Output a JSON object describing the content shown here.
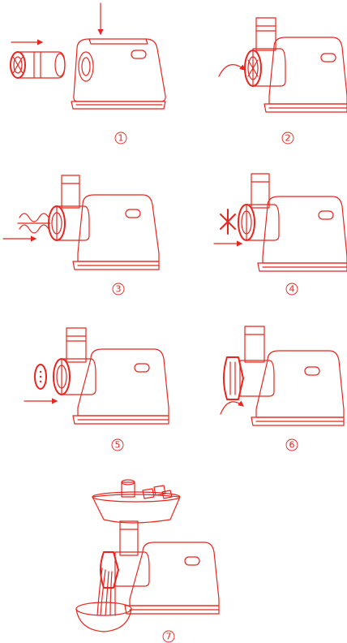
{
  "steps": [
    {
      "label": "1",
      "marker": "①"
    },
    {
      "label": "2",
      "marker": "②"
    },
    {
      "label": "3",
      "marker": "③"
    },
    {
      "label": "4",
      "marker": "④"
    },
    {
      "label": "5",
      "marker": "⑤"
    },
    {
      "label": "6",
      "marker": "⑥"
    },
    {
      "label": "7",
      "marker": "⑦"
    }
  ],
  "colors": {
    "line": "#e8251f",
    "background": "#ffffff"
  },
  "icons": [
    "arrow-right-icon",
    "arrow-down-icon",
    "rotate-arrow-icon"
  ]
}
